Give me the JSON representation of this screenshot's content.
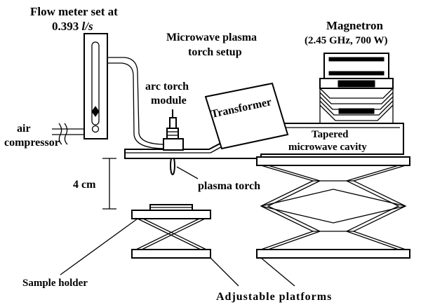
{
  "labels": {
    "flow_meter_line1": "Flow meter set at",
    "flow_meter_value": "0.393",
    "flow_meter_unit": "l/s",
    "title_line1": "Microwave plasma",
    "title_line2": "torch setup",
    "magnetron_line1": "Magnetron",
    "magnetron_line2": "(2.45 GHz, 700 W)",
    "arc_torch_line1": "arc torch",
    "arc_torch_line2": "module",
    "transformer": "Transformer",
    "air_line1": "air",
    "air_line2": "compressor",
    "cavity_line1": "Tapered",
    "cavity_line2": "microwave cavity",
    "distance": "4 cm",
    "plasma_torch": "plasma torch",
    "sample_holder": "Sample holder",
    "adjustable_platforms": "Adjustable platforms"
  }
}
